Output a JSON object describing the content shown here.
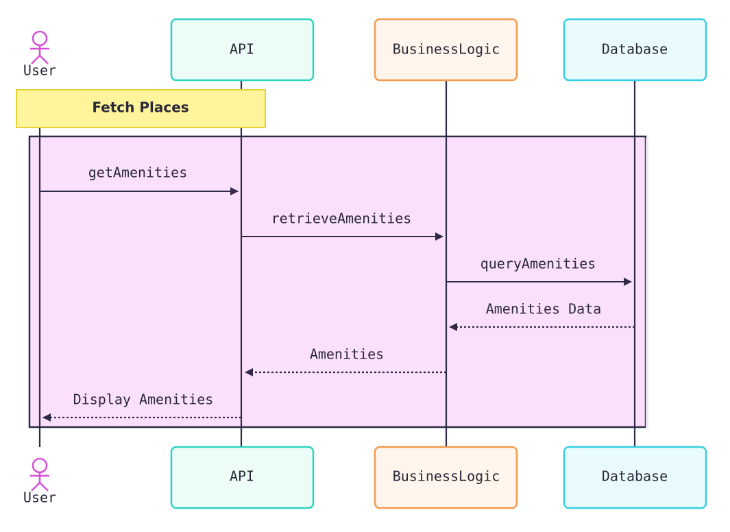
{
  "participants": [
    {
      "id": "user",
      "label": "User",
      "kind": "actor"
    },
    {
      "id": "api",
      "label": "API",
      "kind": "box",
      "fill": "#ecfdf8",
      "stroke": "#2dd4bf"
    },
    {
      "id": "bl",
      "label": "BusinessLogic",
      "kind": "box",
      "fill": "#fff5ec",
      "stroke": "#f29a4e"
    },
    {
      "id": "db",
      "label": "Database",
      "kind": "box",
      "fill": "#e9fbfd",
      "stroke": "#34cfe3"
    }
  ],
  "note": {
    "text": "Fetch Places",
    "fill": "#fdf49b",
    "stroke": "#e8cf3a"
  },
  "group": {
    "fill": "#fbe0fb",
    "stroke": "#2f2a47"
  },
  "messages": [
    {
      "from": "user",
      "to": "api",
      "label": "getAmenities",
      "style": "solid"
    },
    {
      "from": "api",
      "to": "bl",
      "label": "retrieveAmenities",
      "style": "solid"
    },
    {
      "from": "bl",
      "to": "db",
      "label": "queryAmenities",
      "style": "solid"
    },
    {
      "from": "db",
      "to": "bl",
      "label": "Amenities Data",
      "style": "dashed"
    },
    {
      "from": "bl",
      "to": "api",
      "label": "Amenities",
      "style": "dashed"
    },
    {
      "from": "api",
      "to": "user",
      "label": "Display Amenities",
      "style": "dashed"
    }
  ],
  "colors": {
    "line": "#2f2a47",
    "actor": "#d64fd6"
  }
}
